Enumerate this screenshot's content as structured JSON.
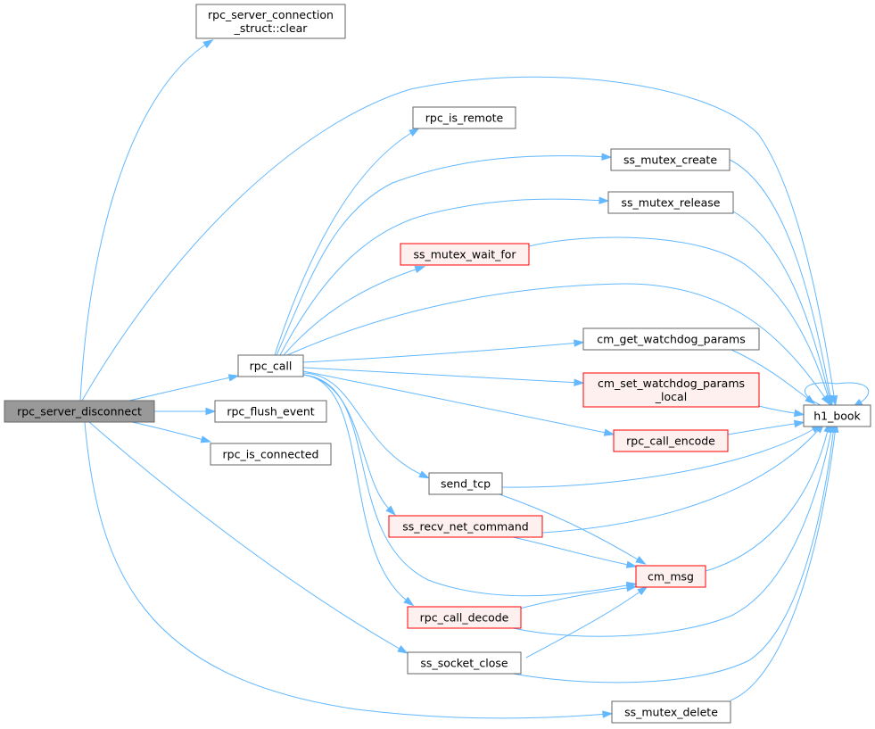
{
  "colors": {
    "edge": "#63b8ff",
    "node_fill": "#ffffff",
    "node_stroke": "#666666",
    "root_fill": "#999999",
    "highlight_fill": "#fff0f0",
    "highlight_stroke": "#ff0000"
  },
  "nodes": [
    {
      "id": "rpc_server_disconnect",
      "lines": [
        "rpc_server_disconnect"
      ],
      "style": "root"
    },
    {
      "id": "clear",
      "lines": [
        "rpc_server_connection",
        "_struct::clear"
      ],
      "style": "normal"
    },
    {
      "id": "rpc_call",
      "lines": [
        "rpc_call"
      ],
      "style": "normal"
    },
    {
      "id": "rpc_flush_event",
      "lines": [
        "rpc_flush_event"
      ],
      "style": "normal"
    },
    {
      "id": "rpc_is_connected",
      "lines": [
        "rpc_is_connected"
      ],
      "style": "normal"
    },
    {
      "id": "rpc_is_remote",
      "lines": [
        "rpc_is_remote"
      ],
      "style": "normal"
    },
    {
      "id": "ss_mutex_create",
      "lines": [
        "ss_mutex_create"
      ],
      "style": "normal"
    },
    {
      "id": "ss_mutex_release",
      "lines": [
        "ss_mutex_release"
      ],
      "style": "normal"
    },
    {
      "id": "ss_mutex_wait_for",
      "lines": [
        "ss_mutex_wait_for"
      ],
      "style": "highlight"
    },
    {
      "id": "cm_get_watchdog_params",
      "lines": [
        "cm_get_watchdog_params"
      ],
      "style": "normal"
    },
    {
      "id": "cm_set_watchdog_params_local",
      "lines": [
        "cm_set_watchdog_params",
        "_local"
      ],
      "style": "highlight"
    },
    {
      "id": "rpc_call_encode",
      "lines": [
        "rpc_call_encode"
      ],
      "style": "highlight"
    },
    {
      "id": "send_tcp",
      "lines": [
        "send_tcp"
      ],
      "style": "normal"
    },
    {
      "id": "ss_recv_net_command",
      "lines": [
        "ss_recv_net_command"
      ],
      "style": "highlight"
    },
    {
      "id": "cm_msg",
      "lines": [
        "cm_msg"
      ],
      "style": "highlight"
    },
    {
      "id": "rpc_call_decode",
      "lines": [
        "rpc_call_decode"
      ],
      "style": "highlight"
    },
    {
      "id": "ss_socket_close",
      "lines": [
        "ss_socket_close"
      ],
      "style": "normal"
    },
    {
      "id": "ss_mutex_delete",
      "lines": [
        "ss_mutex_delete"
      ],
      "style": "normal"
    },
    {
      "id": "h1_book",
      "lines": [
        "h1_book"
      ],
      "style": "normal"
    }
  ],
  "edges": [
    [
      "rpc_server_disconnect",
      "clear"
    ],
    [
      "rpc_server_disconnect",
      "h1_book"
    ],
    [
      "rpc_server_disconnect",
      "rpc_call"
    ],
    [
      "rpc_server_disconnect",
      "rpc_flush_event"
    ],
    [
      "rpc_server_disconnect",
      "rpc_is_connected"
    ],
    [
      "rpc_server_disconnect",
      "ss_socket_close"
    ],
    [
      "rpc_server_disconnect",
      "ss_mutex_delete"
    ],
    [
      "rpc_call",
      "rpc_is_remote"
    ],
    [
      "rpc_call",
      "ss_mutex_create"
    ],
    [
      "rpc_call",
      "ss_mutex_release"
    ],
    [
      "rpc_call",
      "ss_mutex_wait_for"
    ],
    [
      "rpc_call",
      "h1_book"
    ],
    [
      "rpc_call",
      "cm_get_watchdog_params"
    ],
    [
      "rpc_call",
      "cm_set_watchdog_params_local"
    ],
    [
      "rpc_call",
      "rpc_call_encode"
    ],
    [
      "rpc_call",
      "send_tcp"
    ],
    [
      "rpc_call",
      "ss_recv_net_command"
    ],
    [
      "rpc_call",
      "cm_msg"
    ],
    [
      "rpc_call",
      "rpc_call_decode"
    ],
    [
      "ss_mutex_create",
      "h1_book"
    ],
    [
      "ss_mutex_release",
      "h1_book"
    ],
    [
      "ss_mutex_wait_for",
      "h1_book"
    ],
    [
      "cm_get_watchdog_params",
      "h1_book"
    ],
    [
      "cm_set_watchdog_params_local",
      "h1_book"
    ],
    [
      "rpc_call_encode",
      "h1_book"
    ],
    [
      "send_tcp",
      "h1_book"
    ],
    [
      "send_tcp",
      "cm_msg"
    ],
    [
      "ss_recv_net_command",
      "h1_book"
    ],
    [
      "ss_recv_net_command",
      "cm_msg"
    ],
    [
      "cm_msg",
      "h1_book"
    ],
    [
      "rpc_call_decode",
      "h1_book"
    ],
    [
      "rpc_call_decode",
      "cm_msg"
    ],
    [
      "ss_socket_close",
      "cm_msg"
    ],
    [
      "ss_socket_close",
      "h1_book"
    ],
    [
      "ss_mutex_delete",
      "h1_book"
    ],
    [
      "h1_book",
      "h1_book"
    ]
  ]
}
